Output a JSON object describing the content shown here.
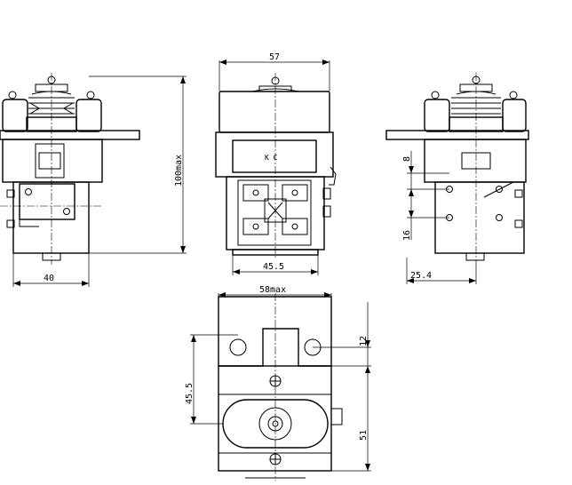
{
  "dimensions": {
    "top_width": "57",
    "height_max": "100max",
    "left_base": "40",
    "center_base": "45.5",
    "right_gap_8": "8",
    "right_gap_16": "16",
    "right_base": "25.4",
    "bottom_width": "58max",
    "bottom_height": "45.5",
    "bottom_hole": "12",
    "bottom_total": "51"
  },
  "coil_label": "K C"
}
